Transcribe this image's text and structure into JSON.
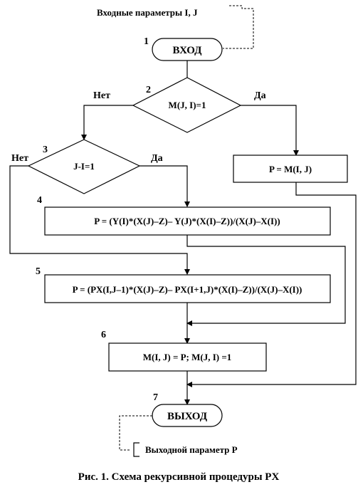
{
  "input_note": "Входные параметры  I, J",
  "output_note": "Выходной параметр P",
  "caption": "Рис. 1.  Схема рекурсивной процедуры PX",
  "blocks": {
    "b1": {
      "number": "1",
      "label": "ВХОД"
    },
    "b2": {
      "number": "2",
      "label": "M(J, I)=1",
      "no": "Нет",
      "yes": "Да"
    },
    "b3": {
      "number": "3",
      "label": "J-I=1",
      "no": "Нет",
      "yes": "Да"
    },
    "b_pmij": {
      "label": "P = M(I, J)"
    },
    "b4": {
      "number": "4",
      "label": "P = (Y(I)*(X(J)–Z)–  Y(J)*(X(I)–Z))/(X(J)–X(I))"
    },
    "b5": {
      "number": "5",
      "label": "P = (PX(I,J–1)*(X(J)–Z)–  PX(I+1,J)*(X(I)–Z))/(X(J)–X(I))"
    },
    "b6": {
      "number": "6",
      "label": "M(I, J) = P;  M(J, I) =1"
    },
    "b7": {
      "number": "7",
      "label": "ВЫХОД"
    }
  }
}
